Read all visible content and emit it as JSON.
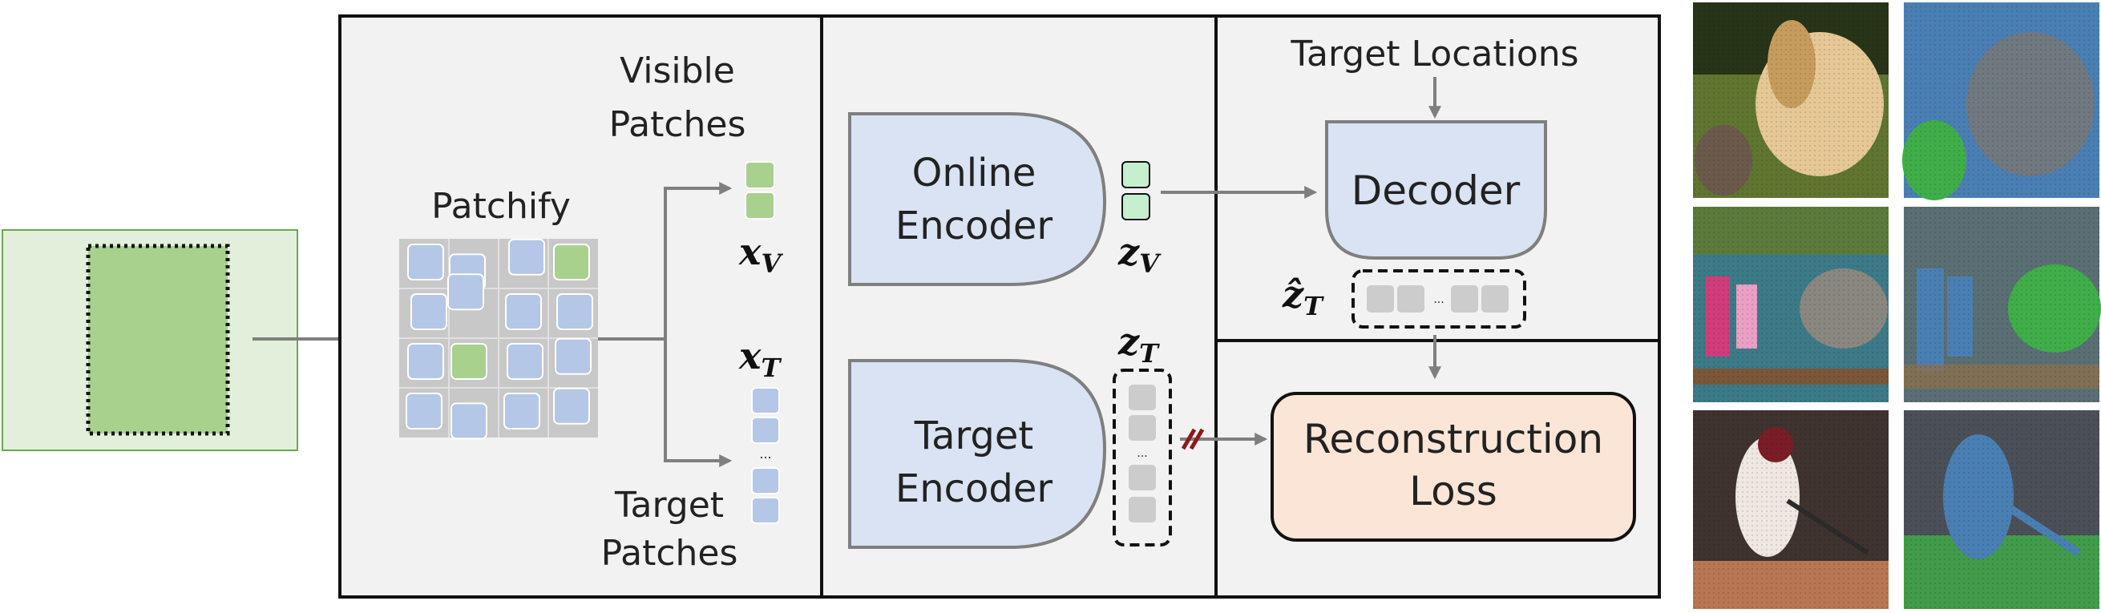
{
  "labels": {
    "visible_patches_line1": "Visible",
    "visible_patches_line2": "Patches",
    "patchify": "Patchify",
    "target_patches_line1": "Target",
    "target_patches_line2": "Patches",
    "online_encoder_line1": "Online",
    "online_encoder_line2": "Encoder",
    "target_encoder_line1": "Target",
    "target_encoder_line2": "Encoder",
    "target_locations": "Target Locations",
    "decoder": "Decoder",
    "reconstruction_loss_line1": "Reconstruction",
    "reconstruction_loss_line2": "Loss",
    "ellipsis": "..."
  },
  "math": {
    "x_v": {
      "base": "x",
      "sub": "V"
    },
    "x_t": {
      "base": "x",
      "sub": "T"
    },
    "z_v": {
      "base": "z",
      "sub": "V"
    },
    "z_t": {
      "base": "z",
      "sub": "T"
    },
    "z_hat_t": {
      "base": "ẑ",
      "sub": "T"
    }
  },
  "photos": [
    {
      "original": "puppy and kitten",
      "segmented": "puppy and kitten segmentation"
    },
    {
      "original": "girls feeding elephant",
      "segmented": "elephant scene segmentation"
    },
    {
      "original": "baseball batter",
      "segmented": "baseball scene segmentation"
    }
  ],
  "colors": {
    "panel_bg": "#f2f2f2",
    "border": "#111111",
    "input_fill": "#e2efda",
    "mask_fill": "#a9d18e",
    "blue_patch": "#b4c7e7",
    "green_patch": "#a9d18e",
    "encoder_fill": "#dae3f3",
    "loss_fill": "#fbe5d6",
    "arrow": "#7f7f7f",
    "stop_grad": "#8b1a1a",
    "gray_token": "#cccccc"
  }
}
